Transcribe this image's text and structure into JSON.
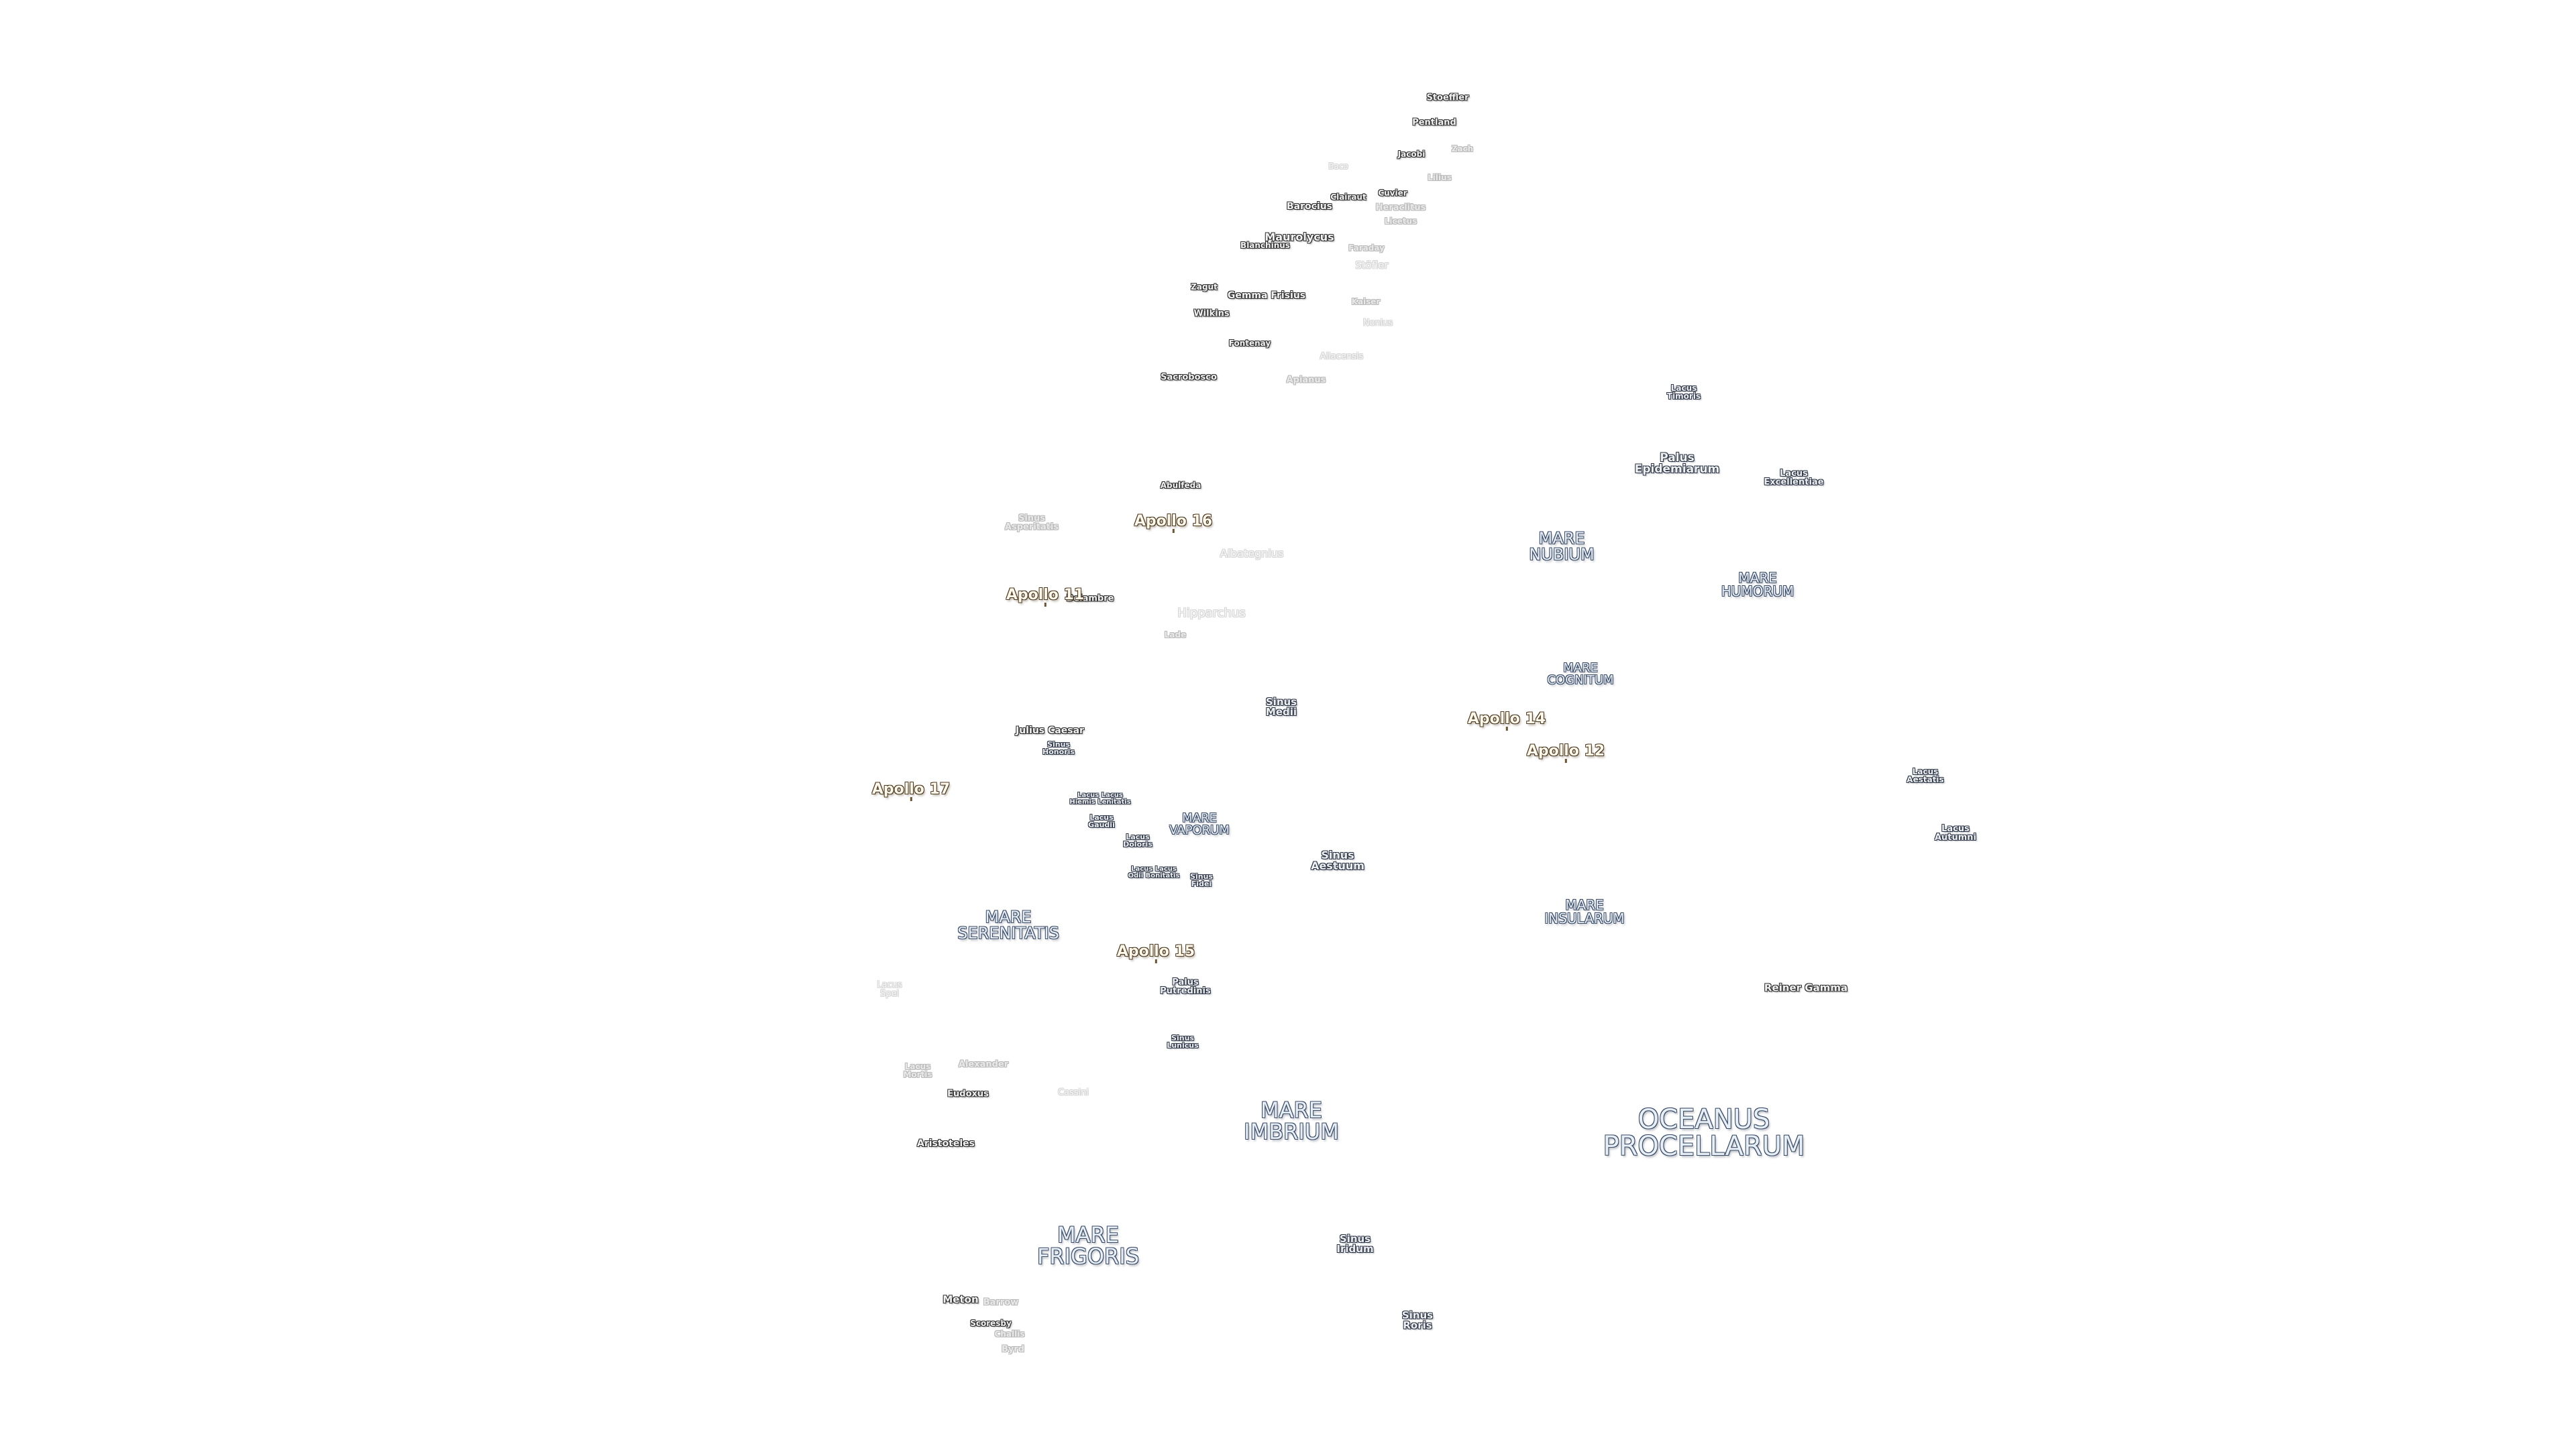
{
  "map": {
    "maria": [
      {
        "text": "OCEANUS\nPROCELLARUM",
        "size": "xl"
      },
      {
        "text": "MARE\nIMBRIUM",
        "size": "l"
      },
      {
        "text": "MARE\nFRIGORIS",
        "size": "l"
      },
      {
        "text": "MARE\nSERENITATIS",
        "size": "m"
      },
      {
        "text": "MARE\nVAPORUM",
        "size": "s"
      },
      {
        "text": "MARE\nNUBIUM",
        "size": "m"
      },
      {
        "text": "MARE\nHUMORUM",
        "size": "m"
      },
      {
        "text": "MARE\nCOGNITUM",
        "size": "s"
      },
      {
        "text": "MARE\nINSULARUM",
        "size": "m"
      }
    ],
    "small_features": [
      "Sinus\nMedii",
      "Sinus\nAestuum",
      "Sinus\nIridum",
      "Sinus\nRoris",
      "Palus\nEpidemiarum",
      "Palus\nPutredinis",
      "Sinus\nLunicus",
      "Lacus\nTimoris",
      "Lacus\nExcellentiae",
      "Lacus\nAestatis",
      "Lacus\nAutumni",
      "Sinus\nHonoris",
      "Lacus\nGaudii",
      "Lacus\nDoloris",
      "Sinus\nFidei",
      "Lacus\nMortis",
      "Sinus\nAsperitatis",
      "Lacus Lacus\nHiemis Lenitatis",
      "Lacus Lacus\nOdii Bonitatis",
      "Lacus\nSpei"
    ],
    "craters": [
      "Stoeffler",
      "Pentland",
      "Zach",
      "Jacobi",
      "Licetus",
      "Blanchinus",
      "Clairaut",
      "Cuvier",
      "Heraclitus",
      "Barocius",
      "Maurolycus",
      "Faraday",
      "Stöfler",
      "Zagut",
      "Gemma Frisius",
      "Wilkins",
      "Fontenay",
      "Sacrobosco",
      "Apianus",
      "Abulfeda",
      "Delambre",
      "Lade",
      "Julius Caesar",
      "Reiner Gamma",
      "Alexander",
      "Eudoxus",
      "Aristoteles",
      "Meton",
      "Barrow",
      "Scoresby",
      "Challis",
      "Byrd"
    ],
    "faint_craters": [
      "Lilius",
      "Kaiser",
      "Nonius",
      "Aliacensis",
      "Baco",
      "Hipparchus",
      "Albategnius",
      "Cassini"
    ],
    "apollo_sites": [
      "Apollo 16",
      "Apollo 11",
      "Apollo 14",
      "Apollo 12",
      "Apollo 17",
      "Apollo 15"
    ],
    "colors": {
      "sea_outline": "#3b4b66",
      "apollo_text": "#fff8ea",
      "background": "#ffffff"
    }
  }
}
